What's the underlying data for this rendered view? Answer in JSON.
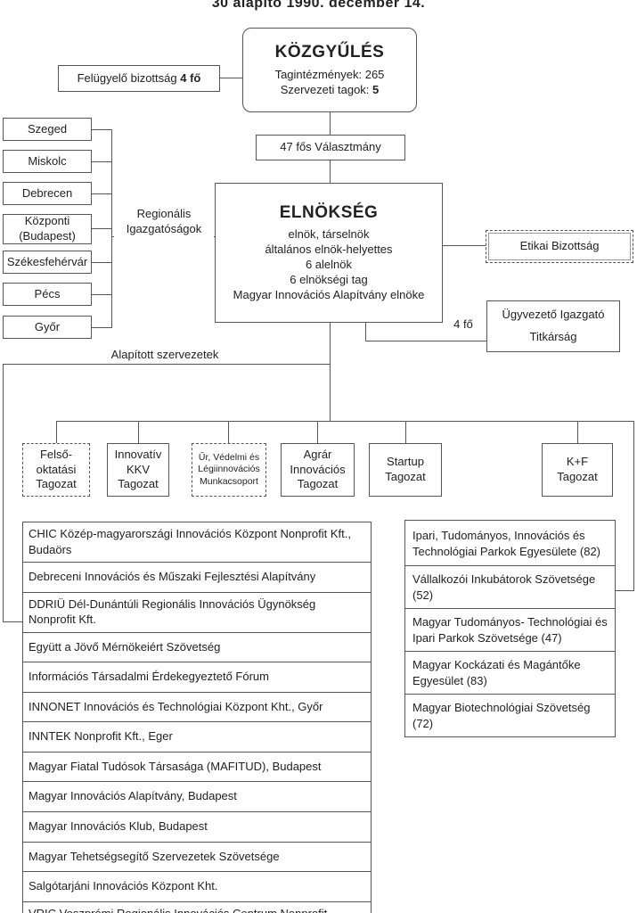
{
  "header": {
    "title": "30 alapító 1990. december 14."
  },
  "kozgyules": {
    "title": "KÖZGYŰLÉS",
    "line1": "Tagintézmények: 265",
    "line2_label": "Szervezeti tagok:",
    "line2_value": "5"
  },
  "felugyelo": {
    "label": "Felügyelő bizottság",
    "value": "4 fő"
  },
  "valasztmany": {
    "label": "47 fős Választmány"
  },
  "elnokseg": {
    "title": "ELNÖKSÉG",
    "lines": [
      "elnök, társelnök",
      "általános elnök-helyettes",
      "6 alelnök",
      "6 elnökségi tag",
      "Magyar Innovációs Alapítvány elnöke"
    ]
  },
  "regional": {
    "label_line1": "Regionális",
    "label_line2": "Igazgatóságok",
    "cities": [
      "Szeged",
      "Miskolc",
      "Debrecen",
      "Központi (Budapest)",
      "Székesfehérvár",
      "Pécs",
      "Győr"
    ]
  },
  "etikai": {
    "label": "Etikai Bizottság"
  },
  "ugyvezeto": {
    "line1": "Ügyvezető Igazgató",
    "line2": "Titkárság",
    "count": "4 fő"
  },
  "alapitott": {
    "label": "Alapított szervezetek"
  },
  "tagozatok": [
    "Felső-oktatási Tagozat",
    "Innovatív KKV Tagozat",
    "Űr, Védelmi és Légiinnovációs Munkacsoport",
    "Agrár Innovációs Tagozat",
    "Startup Tagozat",
    "K+F Tagozat"
  ],
  "left_list": [
    "CHIC Közép-magyarországi Innovációs Központ Nonprofit Kft., Budaörs",
    "Debreceni Innovációs és Műszaki Fejlesztési Alapítvány",
    "DDRIÜ Dél-Dunántúli Regionális Innovációs Ügynökség Nonprofit Kft.",
    "Együtt a Jövő Mérnökeiért Szövetség",
    "Információs Társadalmi Érdekegyeztető Fórum",
    "INNONET Innovációs és Technológiai Központ Kht., Győr",
    "INNTEK Nonprofit Kft., Eger",
    "Magyar Fiatal Tudósok Társasága (MAFITUD), Budapest",
    "Magyar Innovációs Alapítvány, Budapest",
    "Magyar Innovációs Klub, Budapest",
    "Magyar Tehetségsegítő Szervezetek Szövetsége",
    "Salgótarjáni Innovációs Központ Kht.",
    "VRIC Veszprémi Regionális Innovációs Centrum Nonprofit Korlátolt Felelősségű Társasága"
  ],
  "right_list": [
    "Ipari, Tudományos, Innovációs és Technológiai Parkok Egyesülete (82)",
    "Vállalkozói Inkubátorok Szövetsége (52)",
    "Magyar Tudományos- Technológiai és Ipari Parkok Szövetsége (47)",
    "Magyar Kockázati és Magántőke Egyesület (83)",
    "Magyar Biotechnológiai Szövetség (72)"
  ]
}
